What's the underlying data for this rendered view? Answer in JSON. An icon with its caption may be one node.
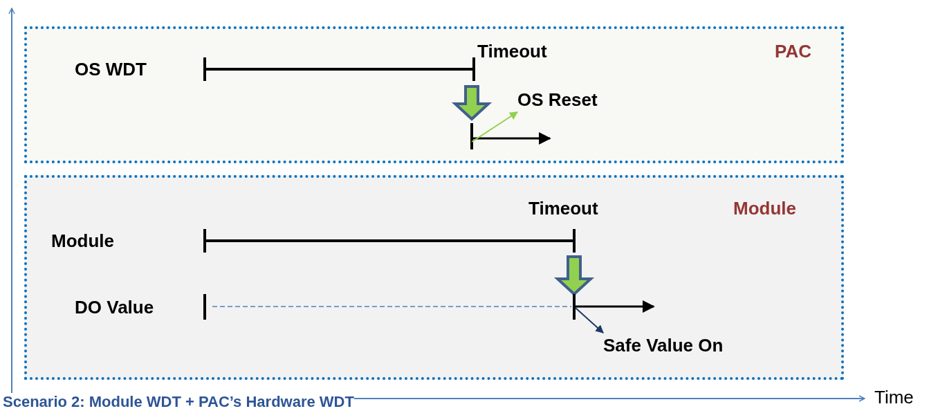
{
  "diagram": {
    "title": "Scenario 2: Module WDT + PAC’s Hardware WDT",
    "nodes": [
      {
        "text": [
          "PAC"
        ]
      },
      {
        "text": [
          "OS WDT"
        ],
        "in": 0
      },
      {
        "text": [
          "Timeout"
        ],
        "in": 0
      },
      {
        "text": [
          "OS Reset"
        ],
        "in": 0
      },
      {
        "text": [
          "Module"
        ]
      },
      {
        "text": [
          "Module"
        ],
        "in": 4
      },
      {
        "text": [
          "Timeout"
        ],
        "in": 4
      },
      {
        "text": [
          "DO Value"
        ],
        "in": 4
      },
      {
        "text": [
          "Safe Value On"
        ],
        "in": 4
      }
    ],
    "edges": [
      {
        "from": null,
        "to": 3,
        "arrow": "to",
        "color": "#92d050"
      },
      {
        "from": null,
        "to": 8,
        "arrow": "to",
        "color": "#1f3864"
      }
    ],
    "labels": [
      "Time"
    ]
  }
}
